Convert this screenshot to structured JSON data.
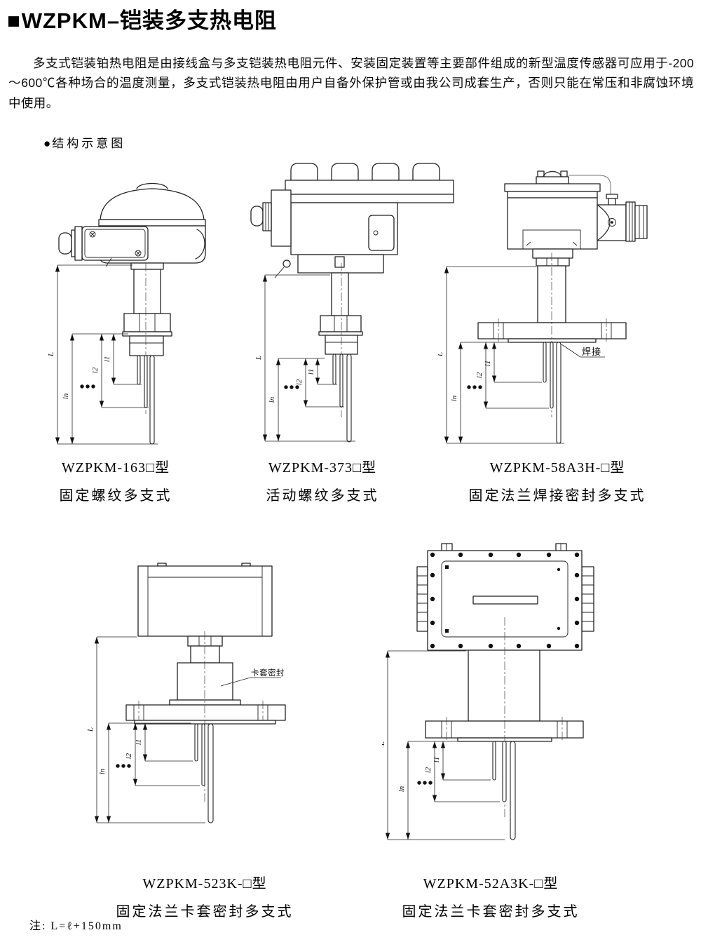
{
  "header": {
    "marker": "■",
    "title": "WZPKM–铠装多支热电阻"
  },
  "intro": "多支式铠装铂热电阻是由接线盒与多支铠装热电阻元件、安装固定装置等主要部件组成的新型温度传感器可应用于-200～600℃各种场合的温度测量，多支式铠装热电阻由用户自备外保护管或由我公司成套生产，否则只能在常压和非腐蚀环境中使用。",
  "section": {
    "bullet": "●",
    "label": "结构示意图"
  },
  "dims": {
    "L": "L",
    "l1": "l1",
    "l2": "l2",
    "ln": "ln"
  },
  "figures": [
    {
      "model": "WZPKM-163□型",
      "desc": "固定螺纹多支式"
    },
    {
      "model": "WZPKM-373□型",
      "desc": "活动螺纹多支式"
    },
    {
      "model": "WZPKM-58A3H-□型",
      "desc": "固定法兰焊接密封多支式",
      "annotation": "焊接"
    },
    {
      "model": "WZPKM-523K-□型",
      "desc": "固定法兰卡套密封多支式",
      "annotation": "卡套密封"
    },
    {
      "model": "WZPKM-52A3K-□型",
      "desc": "固定法兰卡套密封多支式"
    }
  ],
  "note": "注: L=ℓ+150mm",
  "colors": {
    "ink": "#111111",
    "paper": "#ffffff"
  }
}
